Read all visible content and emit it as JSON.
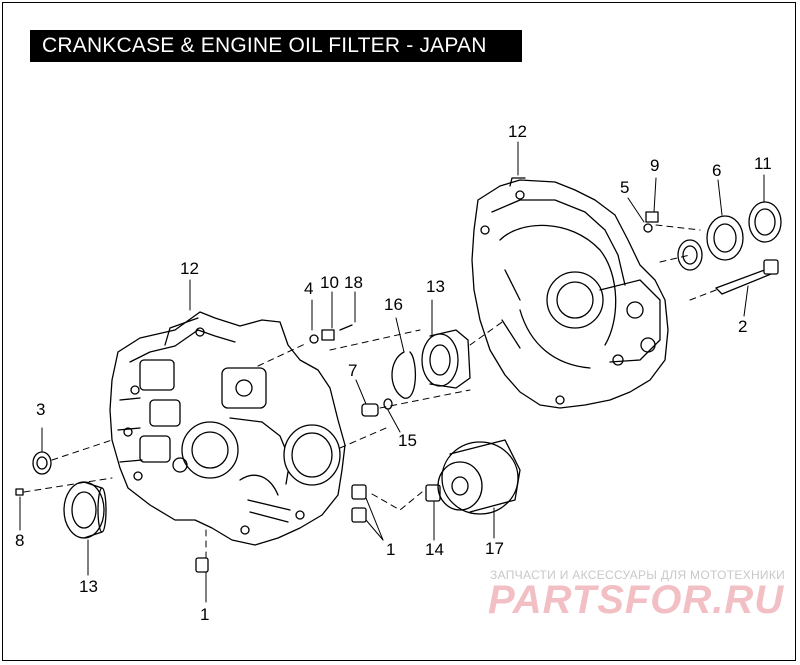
{
  "title": "CRANKCASE & ENGINE OIL FILTER - JAPAN",
  "callouts": {
    "c1a": "1",
    "c1b": "1",
    "c2": "2",
    "c3": "3",
    "c4": "4",
    "c5": "5",
    "c6": "6",
    "c7": "7",
    "c8": "8",
    "c9": "9",
    "c10": "10",
    "c11": "11",
    "c12a": "12",
    "c12b": "12",
    "c13a": "13",
    "c13b": "13",
    "c14": "14",
    "c15": "15",
    "c16": "16",
    "c17": "17",
    "c18": "18"
  },
  "watermark": {
    "tagline": "ЗАПЧАСТИ И АКСЕССУАРЫ ДЛЯ МОТОТЕХНИКИ",
    "brand": "PARTSFOR.RU"
  }
}
